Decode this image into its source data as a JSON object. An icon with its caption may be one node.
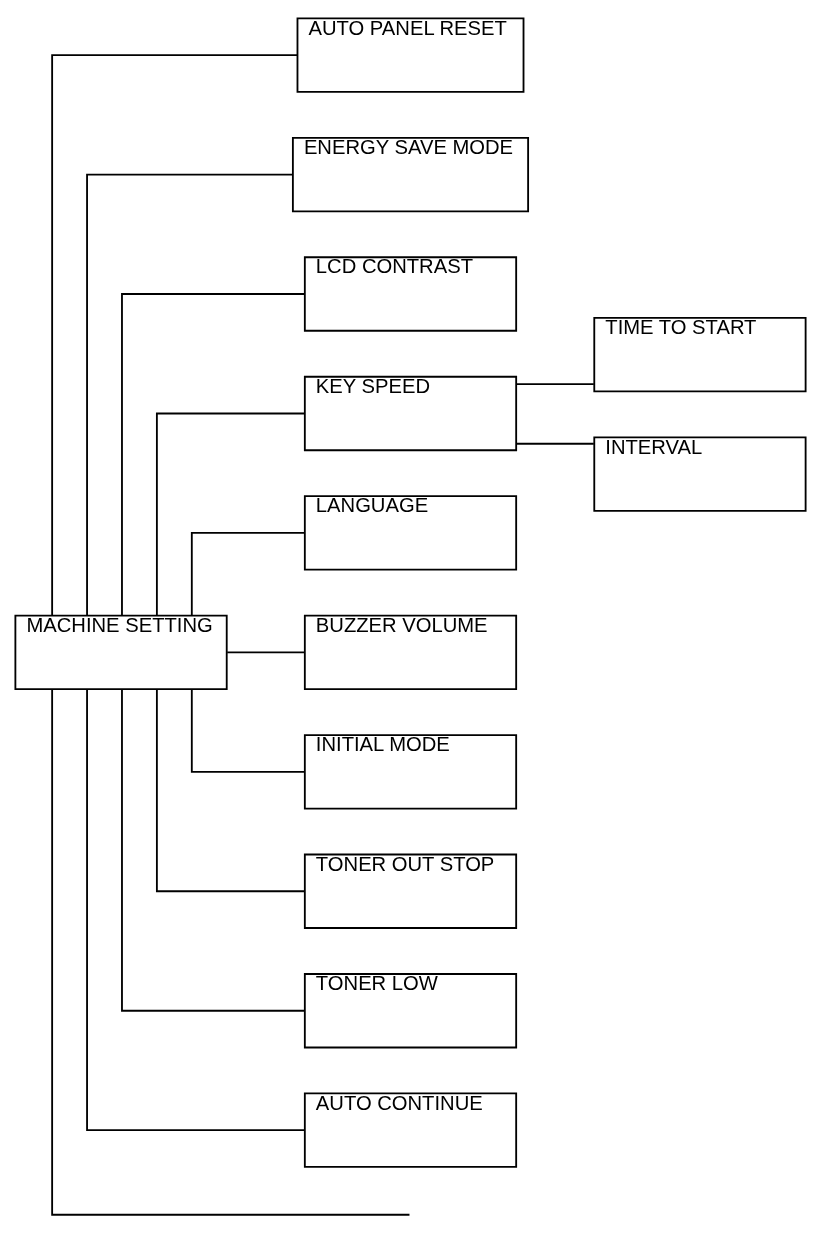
{
  "diagram": {
    "nodes": [
      {
        "text": [
          "MACHINE SETTING"
        ]
      },
      {
        "text": [
          "AUTO PANEL RESET"
        ]
      },
      {
        "text": [
          "ENERGY SAVE MODE"
        ]
      },
      {
        "text": [
          "LCD CONTRAST"
        ]
      },
      {
        "text": [
          "KEY SPEED"
        ]
      },
      {
        "text": [
          "TIME TO START"
        ]
      },
      {
        "text": [
          "INTERVAL"
        ]
      },
      {
        "text": [
          "LANGUAGE"
        ]
      },
      {
        "text": [
          "BUZZER VOLUME"
        ]
      },
      {
        "text": [
          "INITIAL MODE"
        ]
      },
      {
        "text": [
          "TONER OUT STOP"
        ]
      },
      {
        "text": [
          "TONER LOW"
        ]
      },
      {
        "text": [
          "AUTO CONTINUE"
        ]
      }
    ],
    "edges": [
      {
        "from": 0,
        "to": 1,
        "arrow": "none"
      },
      {
        "from": 0,
        "to": 2,
        "arrow": "none"
      },
      {
        "from": 0,
        "to": 3,
        "arrow": "none"
      },
      {
        "from": 0,
        "to": 4,
        "arrow": "none"
      },
      {
        "from": 4,
        "to": 5,
        "arrow": "none"
      },
      {
        "from": 4,
        "to": 6,
        "arrow": "none"
      },
      {
        "from": 0,
        "to": 7,
        "arrow": "none"
      },
      {
        "from": 0,
        "to": 8,
        "arrow": "none"
      },
      {
        "from": 0,
        "to": 9,
        "arrow": "none"
      },
      {
        "from": 0,
        "to": 10,
        "arrow": "none"
      },
      {
        "from": 0,
        "to": 11,
        "arrow": "none"
      },
      {
        "from": 0,
        "to": 12,
        "arrow": "none"
      },
      {
        "from": 0,
        "to": null,
        "arrow": "none"
      }
    ]
  }
}
